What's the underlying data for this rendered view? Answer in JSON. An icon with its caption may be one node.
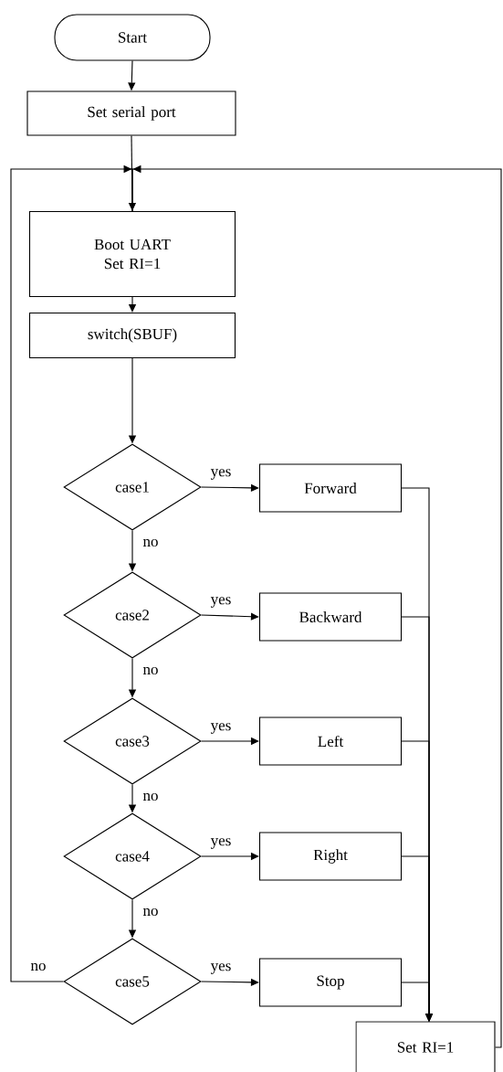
{
  "diagram": {
    "nodes": [
      {
        "text": [
          "Start"
        ]
      },
      {
        "text": [
          "Set serial port"
        ]
      },
      {
        "text": [
          "Boot UART Set RI=1"
        ]
      },
      {
        "text": [
          "switch(SBUF)"
        ]
      },
      {
        "text": [
          "case1"
        ]
      },
      {
        "text": [
          "Forward"
        ]
      },
      {
        "text": [
          "case2"
        ]
      },
      {
        "text": [
          "Backward"
        ]
      },
      {
        "text": [
          "case3"
        ]
      },
      {
        "text": [
          "Left"
        ]
      },
      {
        "text": [
          "case4"
        ]
      },
      {
        "text": [
          "Right"
        ]
      },
      {
        "text": [
          "case5"
        ]
      },
      {
        "text": [
          "Stop"
        ]
      },
      {
        "text": [
          "Set RI=1"
        ]
      }
    ],
    "edges": [
      {
        "from": 0,
        "to": 1,
        "arrow": "to"
      },
      {
        "from": 1,
        "to": 2,
        "arrow": "to"
      },
      {
        "from": 2,
        "to": 3,
        "arrow": "to"
      },
      {
        "from": 3,
        "to": 4,
        "arrow": "to"
      },
      {
        "from": 4,
        "to": 5,
        "arrow": "to",
        "label": "yes"
      },
      {
        "from": 4,
        "to": 6,
        "arrow": "to",
        "label": "no"
      },
      {
        "from": 6,
        "to": 7,
        "arrow": "to",
        "label": "yes"
      },
      {
        "from": 6,
        "to": 8,
        "arrow": "to",
        "label": "no"
      },
      {
        "from": 8,
        "to": 9,
        "arrow": "to",
        "label": "yes"
      },
      {
        "from": 8,
        "to": 10,
        "arrow": "to",
        "label": "no"
      },
      {
        "from": 10,
        "to": 11,
        "arrow": "to",
        "label": "yes"
      },
      {
        "from": 10,
        "to": 12,
        "arrow": "to",
        "label": "no"
      },
      {
        "from": 12,
        "to": 13,
        "arrow": "to",
        "label": "yes"
      },
      {
        "from": 12,
        "to": 2,
        "arrow": "to",
        "label": "no"
      },
      {
        "from": 5,
        "to": 14,
        "arrow": "to"
      },
      {
        "from": 7,
        "to": 14,
        "arrow": "to"
      },
      {
        "from": 9,
        "to": 14,
        "arrow": "to"
      },
      {
        "from": 11,
        "to": 14,
        "arrow": "to"
      },
      {
        "from": 13,
        "to": 14,
        "arrow": "to"
      },
      {
        "from": 14,
        "to": 2,
        "arrow": "to"
      }
    ]
  }
}
